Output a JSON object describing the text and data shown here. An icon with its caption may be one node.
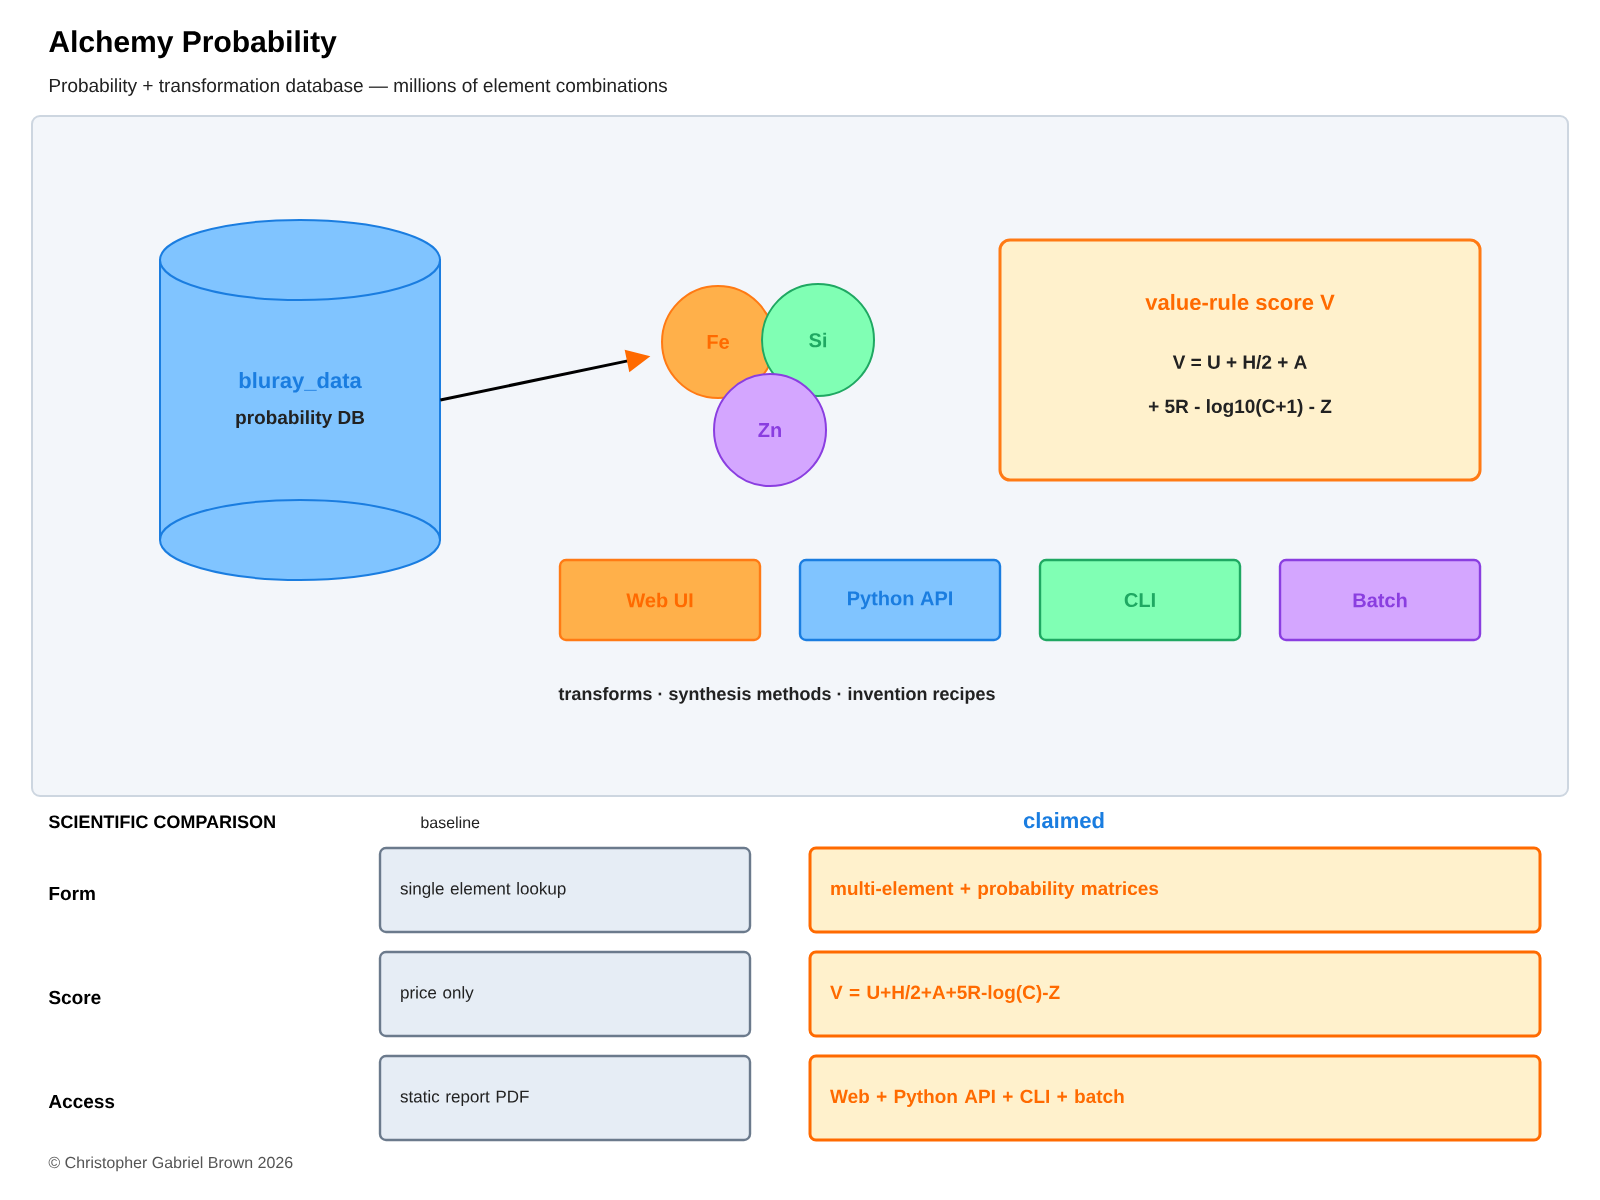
{
  "diagram": {
    "title": "Alchemy Probability",
    "nodes": [
      {
        "text": [],
        "shape": "box"
      },
      {
        "text": [
          "bluray_data",
          "probability DB"
        ],
        "in": 0
      },
      {
        "text": [
          "Fe"
        ],
        "in": 0
      },
      {
        "text": [
          "Si"
        ],
        "in": 0
      },
      {
        "text": [
          "Zn"
        ],
        "in": 0
      },
      {
        "text": [
          "value-rule score V",
          "V = U + H/2 + A",
          "+ 5R - log10(C+1) - Z"
        ],
        "in": 0
      },
      {
        "text": [
          "Web UI"
        ],
        "in": 0
      },
      {
        "text": [
          "Python API"
        ],
        "in": 0
      },
      {
        "text": [
          "CLI"
        ],
        "in": 0
      },
      {
        "text": [
          "Batch"
        ],
        "in": 0
      },
      {
        "text": [
          "single element lookup"
        ]
      },
      {
        "text": [
          "multi-element + probability matrices"
        ]
      },
      {
        "text": [
          "price only"
        ]
      },
      {
        "text": [
          "V = U+H/2+A+5R-log(C)-Z"
        ]
      },
      {
        "text": [
          "static report PDF"
        ]
      },
      {
        "text": [
          "Web + Python API + CLI + batch"
        ]
      }
    ],
    "edges": [
      {
        "from": 1,
        "to": 2,
        "arrow": "to"
      }
    ],
    "labels": [
      "Probability + transformation database — millions of element combinations",
      "transforms · synthesis methods · invention recipes",
      "SCIENTIFIC COMPARISON",
      "baseline",
      "claimed",
      "Form",
      "Score",
      "Access",
      "© Christopher Gabriel Brown 2026"
    ]
  }
}
